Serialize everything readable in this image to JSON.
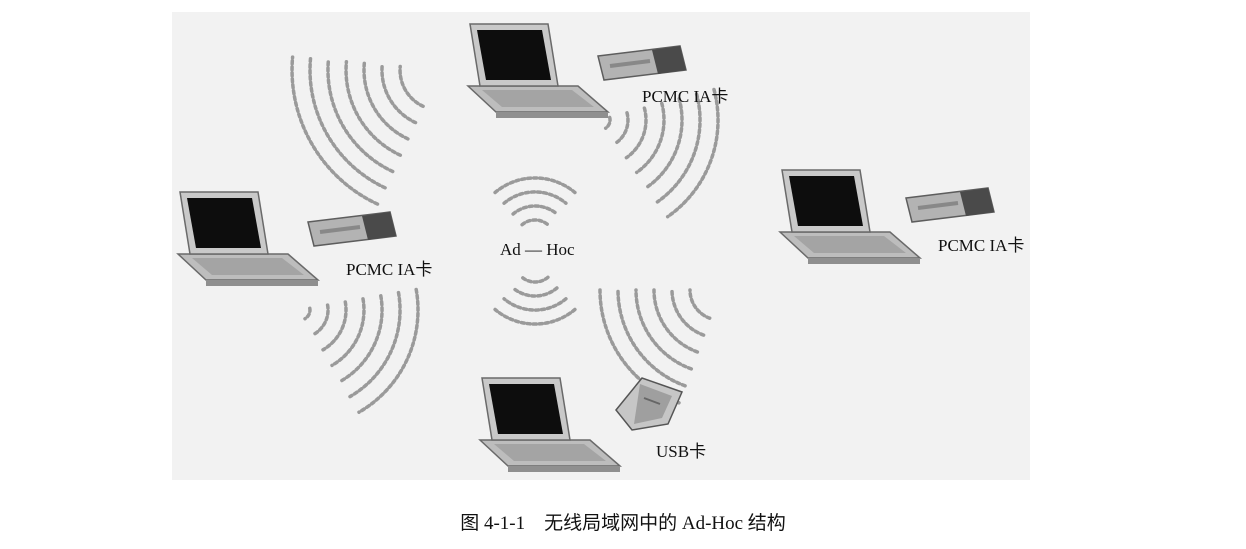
{
  "diagram": {
    "nodes": [
      {
        "id": "top",
        "device": "laptop",
        "adapter": "pcmcia-card",
        "label": "PCMC IA卡"
      },
      {
        "id": "left",
        "device": "laptop",
        "adapter": "pcmcia-card",
        "label": "PCMC IA卡"
      },
      {
        "id": "right",
        "device": "laptop",
        "adapter": "pcmcia-card",
        "label": "PCMC IA卡"
      },
      {
        "id": "bottom",
        "device": "laptop",
        "adapter": "usb-adapter",
        "label": "USB卡"
      }
    ],
    "center_label": "Ad — Hoc"
  },
  "caption": "图 4-1-1    无线局域网中的 Ad-Hoc 结构",
  "colors": {
    "background": "#f2f2f2",
    "laptop_body": "#bcbcbc",
    "screen": "#0d0d0d",
    "card": "#a9a9a9",
    "wave": "#9a9a9a"
  }
}
